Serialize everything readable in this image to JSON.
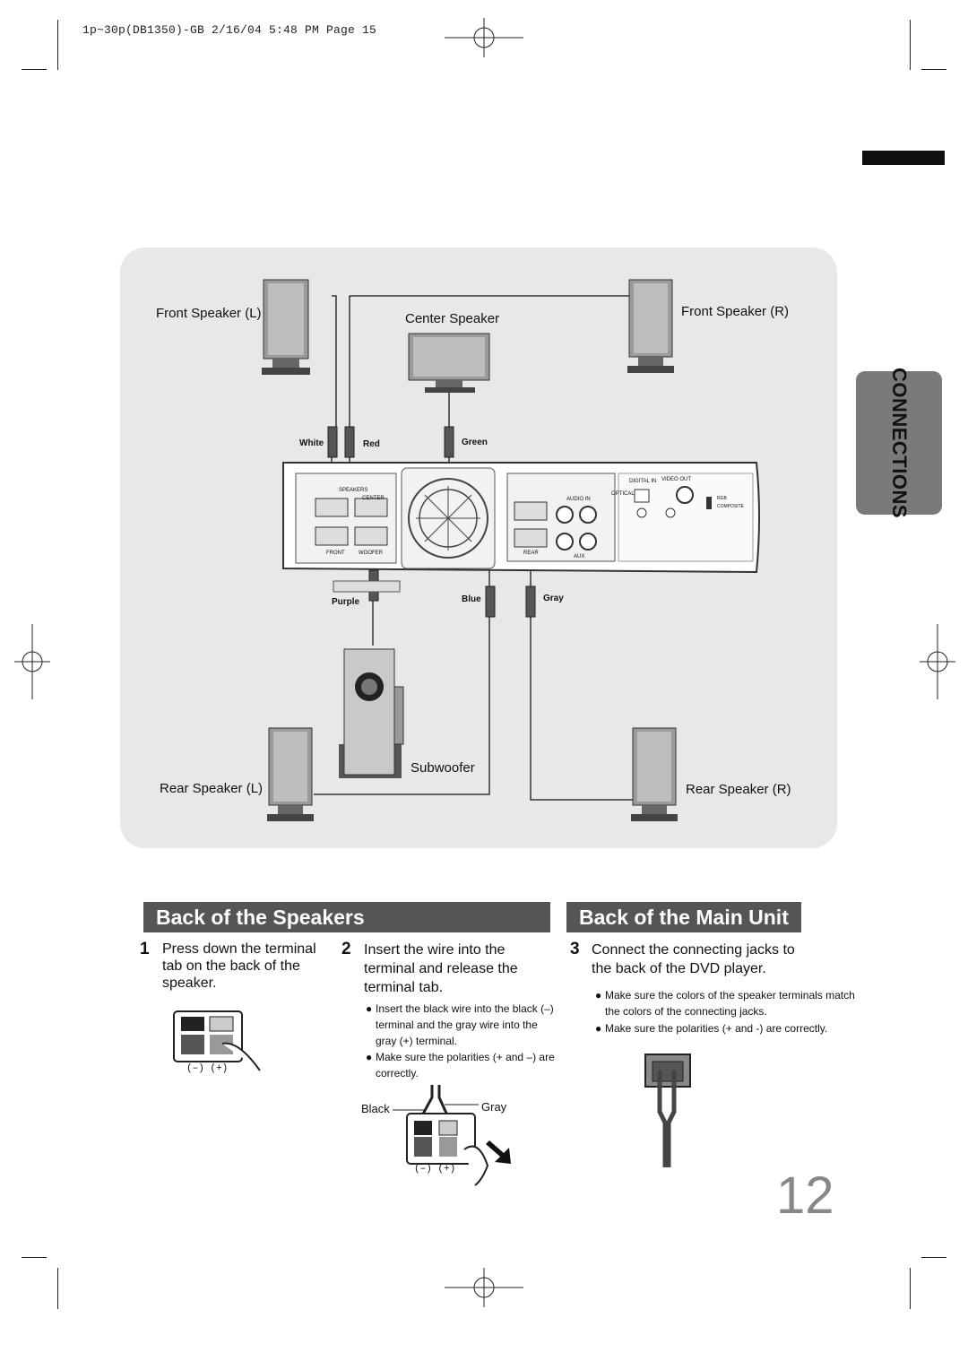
{
  "header": {
    "print_line": "1p~30p(DB1350)-GB  2/16/04 5:48 PM  Page 15"
  },
  "side_tab": {
    "label": "CONNECTIONS"
  },
  "diagram": {
    "front_speaker_l": "Front Speaker (L)",
    "center_speaker": "Center Speaker",
    "front_speaker_r": "Front Speaker (R)",
    "subwoofer": "Subwoofer",
    "rear_speaker_l": "Rear Speaker (L)",
    "rear_speaker_r": "Rear Speaker (R)",
    "wire_white": "White",
    "wire_red": "Red",
    "wire_green": "Green",
    "wire_purple": "Purple",
    "wire_blue": "Blue",
    "wire_gray": "Gray",
    "panel_speakers": "SPEAKERS",
    "panel_center": "CENTER",
    "panel_front": "FRONT",
    "panel_woofer": "WOOFER",
    "panel_rear": "REAR",
    "panel_digital_in": "DIGITAL IN",
    "panel_video_out": "VIDEO OUT",
    "panel_optical": "OPTICAL",
    "panel_audio_in": "AUDIO IN",
    "panel_aux": "AUX",
    "panel_rgb": "RGB",
    "panel_composite": "COMPOSITE"
  },
  "sections": {
    "speakers_title": "Back of the Speakers",
    "main_unit_title": "Back of the Main Unit"
  },
  "steps": [
    {
      "num": "1",
      "text": "Press down the terminal tab on the back of the speaker."
    },
    {
      "num": "2",
      "text": "Insert the wire into the terminal and release the terminal tab."
    },
    {
      "num": "3",
      "text": "Connect the connecting jacks to the back of the DVD player."
    }
  ],
  "step2_bullets": [
    "Insert the black wire into the black (–) terminal and the gray wire into the gray (+) terminal.",
    "Make sure the polarities (+ and –) are correctly."
  ],
  "step3_bullets": [
    "Make sure the colors of the speaker terminals match the colors of the connecting jacks.",
    "Make sure the polarities (+ and -) are correctly."
  ],
  "step2_labels": {
    "black": "Black",
    "gray": "Gray"
  },
  "polarity_label": "(–) (+)",
  "page_number": "12",
  "colors": {
    "section_bar": "#555555",
    "panel_bg": "#e8e8e8",
    "side_tab": "#7a7a7a"
  }
}
